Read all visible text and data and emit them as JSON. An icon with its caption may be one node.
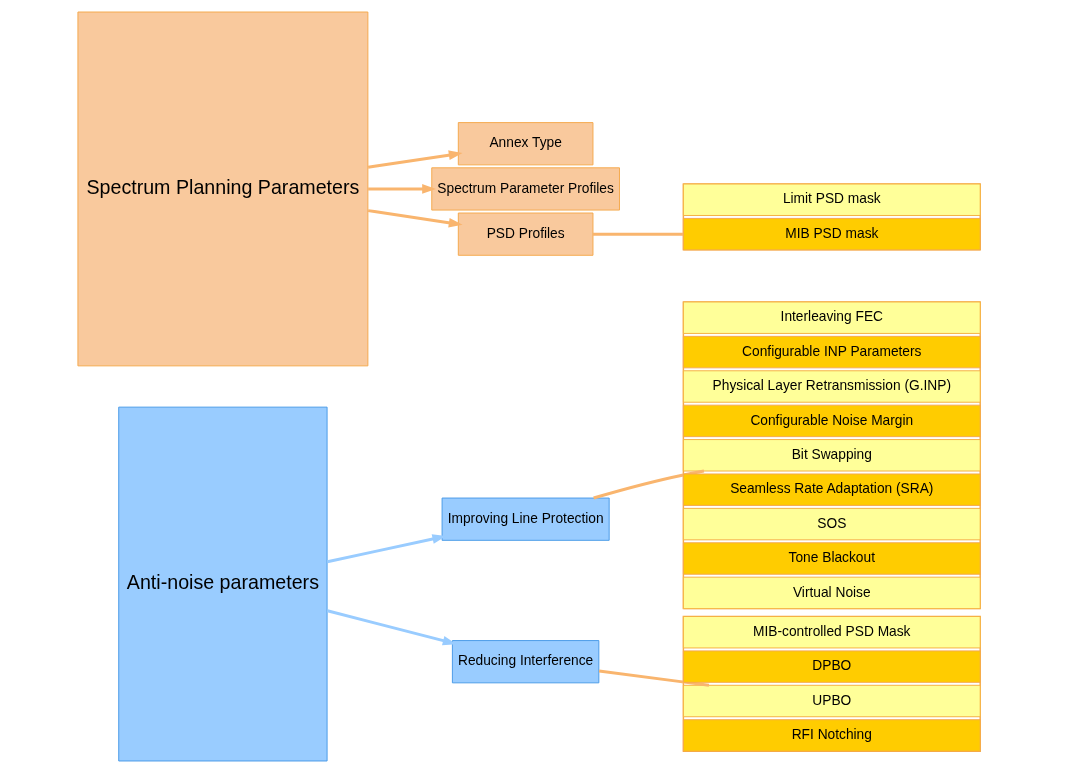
{
  "diagram": {
    "nodes": [
      {
        "text": [
          "Spectrum Planning Parameters"
        ]
      },
      {
        "text": [
          "Annex Type"
        ]
      },
      {
        "text": [
          "Spectrum Parameter Profiles"
        ]
      },
      {
        "text": [
          "PSD Profiles"
        ]
      },
      {
        "text": [],
        "shape": "box"
      },
      {
        "text": [
          "Limit PSD mask"
        ],
        "in": 4
      },
      {
        "text": [
          "MIB PSD mask"
        ],
        "in": 4
      },
      {
        "text": [
          "Anti-noise parameters"
        ]
      },
      {
        "text": [
          "Improving Line Protection"
        ]
      },
      {
        "text": [],
        "shape": "box"
      },
      {
        "text": [
          "Interleaving FEC"
        ],
        "in": 9
      },
      {
        "text": [
          "Configurable INP Parameters"
        ],
        "in": 9
      },
      {
        "text": [
          "Physical Layer Retransmission (G.INP)"
        ],
        "in": 9
      },
      {
        "text": [
          "Configurable Noise Margin"
        ],
        "in": 9
      },
      {
        "text": [
          "Bit Swapping"
        ],
        "in": 9
      },
      {
        "text": [
          "Seamless Rate Adaptation (SRA)"
        ],
        "in": 9
      },
      {
        "text": [
          "SOS"
        ],
        "in": 9
      },
      {
        "text": [
          "Tone Blackout"
        ],
        "in": 9
      },
      {
        "text": [
          "Virtual Noise"
        ],
        "in": 9
      },
      {
        "text": [
          "Reducing Interference"
        ]
      },
      {
        "text": [],
        "shape": "box"
      },
      {
        "text": [
          "MIB-controlled PSD Mask"
        ],
        "in": 20
      },
      {
        "text": [
          "DPBO"
        ],
        "in": 20
      },
      {
        "text": [
          "UPBO"
        ],
        "in": 20
      },
      {
        "text": [
          "RFI Notching"
        ],
        "in": 20
      }
    ],
    "edges": [
      {
        "from": 0,
        "to": 1,
        "arrow": "to"
      },
      {
        "from": 0,
        "to": 2,
        "arrow": "to"
      },
      {
        "from": 0,
        "to": 3,
        "arrow": "to"
      },
      {
        "from": 3,
        "to": 4,
        "arrow": "none"
      },
      {
        "from": 7,
        "to": 8,
        "arrow": "to",
        "color": "#99ccff"
      },
      {
        "from": 8,
        "to": 9,
        "arrow": "none"
      },
      {
        "from": 7,
        "to": 19,
        "arrow": "to",
        "color": "#99ccff"
      },
      {
        "from": 19,
        "to": 20,
        "arrow": "none"
      }
    ]
  }
}
